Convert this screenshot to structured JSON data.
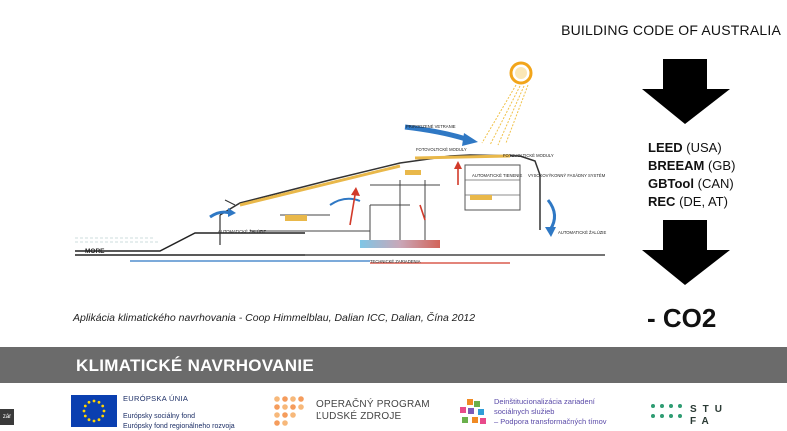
{
  "slide": {
    "code_title": "BUILDING CODE OF AUSTRALIA",
    "standards": [
      {
        "name": "LEED",
        "country": "(USA)"
      },
      {
        "name": "BREEAM",
        "country": "(GB)"
      },
      {
        "name": "GBTool",
        "country": "(CAN)"
      },
      {
        "name": "REC",
        "country": "(DE, AT)"
      }
    ],
    "co2_label": "- CO2",
    "caption": "Aplikácia klimatického navrhovania - Coop Himmelblau, Dalian ICC, Dalian, Čína 2012",
    "section_title": "KLIMATICKÉ NAVRHOVANIE"
  },
  "diagram": {
    "labels": {
      "prirodzene_vetranie": "PRIRODZENÉ VETRANIE",
      "fotovoltaicke_moduly_1": "FOTOVOLTICKÉ MODULY",
      "fotovoltaicke_moduly_2": "FOTOVOLTICKÉ MODULY",
      "automaticke_tienenie": "AUTOMATICKÉ TIENENIE",
      "vysokovykonny": "VYSOKOVÝKONNÝ FASÁDNY SYSTÉM",
      "automaticke_zaluzie_1": "AUTOMATICKÉ ŽALÚZIE",
      "automaticke_zaluzie_2": "AUTOMATICKÉ ŽALÚZIE",
      "technicke_zariadenia": "TECHNICKÉ ZARIADENIA",
      "more": "MORE"
    },
    "colors": {
      "sun": "#f2a51a",
      "air": "#2f78c4",
      "heat": "#d23a2a",
      "pv": "#e9b84a"
    }
  },
  "footer": {
    "eu_header": "EURÓPSKA ÚNIA",
    "eu_line1": "Európsky sociálny fond",
    "eu_line2": "Európsky fond regionálneho rozvoja",
    "op_line1": "OPERAČNÝ PROGRAM",
    "op_line2": "ĽUDSKÉ ZDROJE",
    "de_line1": "Deinštitucionalizácia zariadení",
    "de_line2": "sociálnych služieb",
    "de_line3": "– Podpora transformačných tímov",
    "stu_line1": "STU",
    "stu_line2": "FA",
    "corner_tag": "zár"
  }
}
